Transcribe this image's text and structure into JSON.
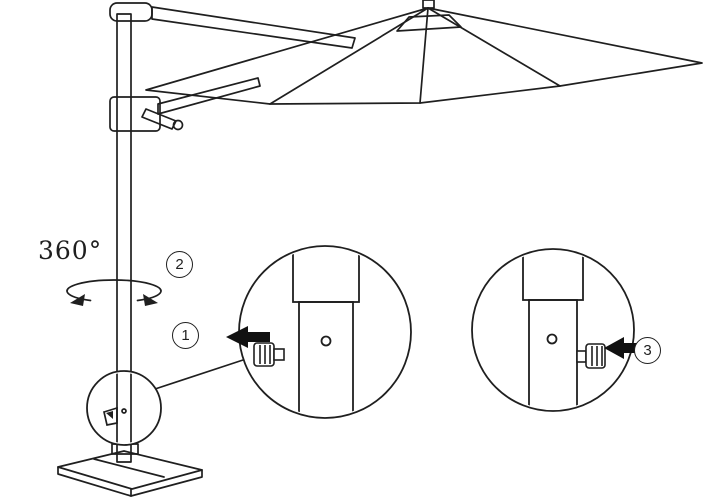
{
  "page": {
    "background_color": "#ffffff",
    "line_color": "#1f1f1f"
  },
  "diagram": {
    "rotation_label": "360°",
    "callouts": [
      {
        "number": "1"
      },
      {
        "number": "2"
      },
      {
        "number": "3"
      }
    ]
  }
}
